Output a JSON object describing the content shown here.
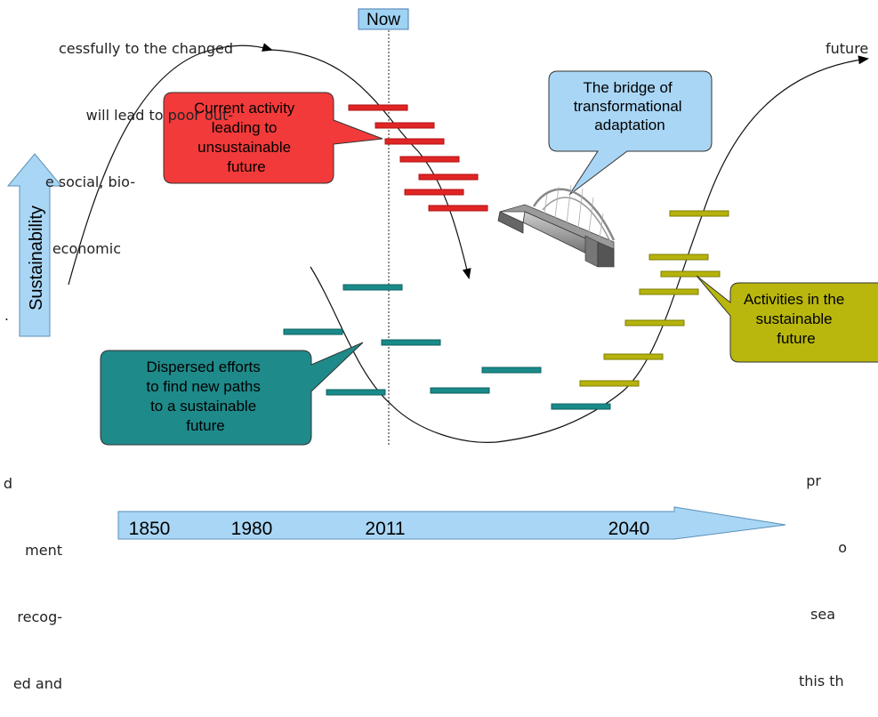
{
  "now_label": "Now",
  "sustainability_label": "Sustainability",
  "timeline": {
    "years": [
      "1850",
      "1980",
      "2011",
      "2040"
    ]
  },
  "callouts": {
    "current": {
      "lines": [
        "Current activity",
        "leading to",
        "unsustainable",
        "future"
      ]
    },
    "bridge": {
      "lines": [
        "The bridge of",
        "transformational",
        "adaptation"
      ]
    },
    "dispersed": {
      "lines": [
        "Dispersed efforts",
        "to find new paths",
        "to a sustainable",
        "future"
      ]
    },
    "activities": {
      "lines": [
        "Activities in the",
        "sustainable",
        "future"
      ]
    }
  },
  "text_top_left": [
    "cessfully to the changed",
    "will lead to poor out-",
    "e social, bio-",
    "economic",
    "."
  ],
  "text_bottom_left": [
    "d",
    "ment",
    "recog-",
    "ed and"
  ],
  "text_top_right": [
    "future"
  ],
  "text_bottom_right": [
    "pr",
    "o",
    "sea",
    "this th"
  ],
  "colors": {
    "red_bar": "#e02525",
    "teal_bar": "#1a8a8a",
    "olive_bar": "#b5b30c",
    "red_callout": "#f33a3a",
    "teal_callout": "#1f8a8a",
    "olive_callout": "#b9b70e",
    "blue_callout": "#a9d6f5",
    "blue_arrow": "#a9d6f5"
  }
}
